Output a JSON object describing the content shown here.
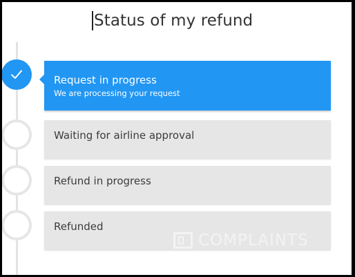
{
  "page": {
    "title": "Status of my refund"
  },
  "steps": [
    {
      "label": "Request in progress",
      "subtitle": "We are processing your request",
      "state": "completed",
      "icon": "checkmark-icon"
    },
    {
      "label": "Waiting for airline approval",
      "state": "pending"
    },
    {
      "label": "Refund in progress",
      "state": "pending"
    },
    {
      "label": "Refunded",
      "state": "pending"
    }
  ],
  "watermark": {
    "text": "COMPLAINTS",
    "icon": "document-box-icon"
  },
  "colors": {
    "accent": "#2196f3",
    "pending_card": "#e6e6e6",
    "timeline": "#e3e3e3",
    "title_text": "#333333"
  }
}
